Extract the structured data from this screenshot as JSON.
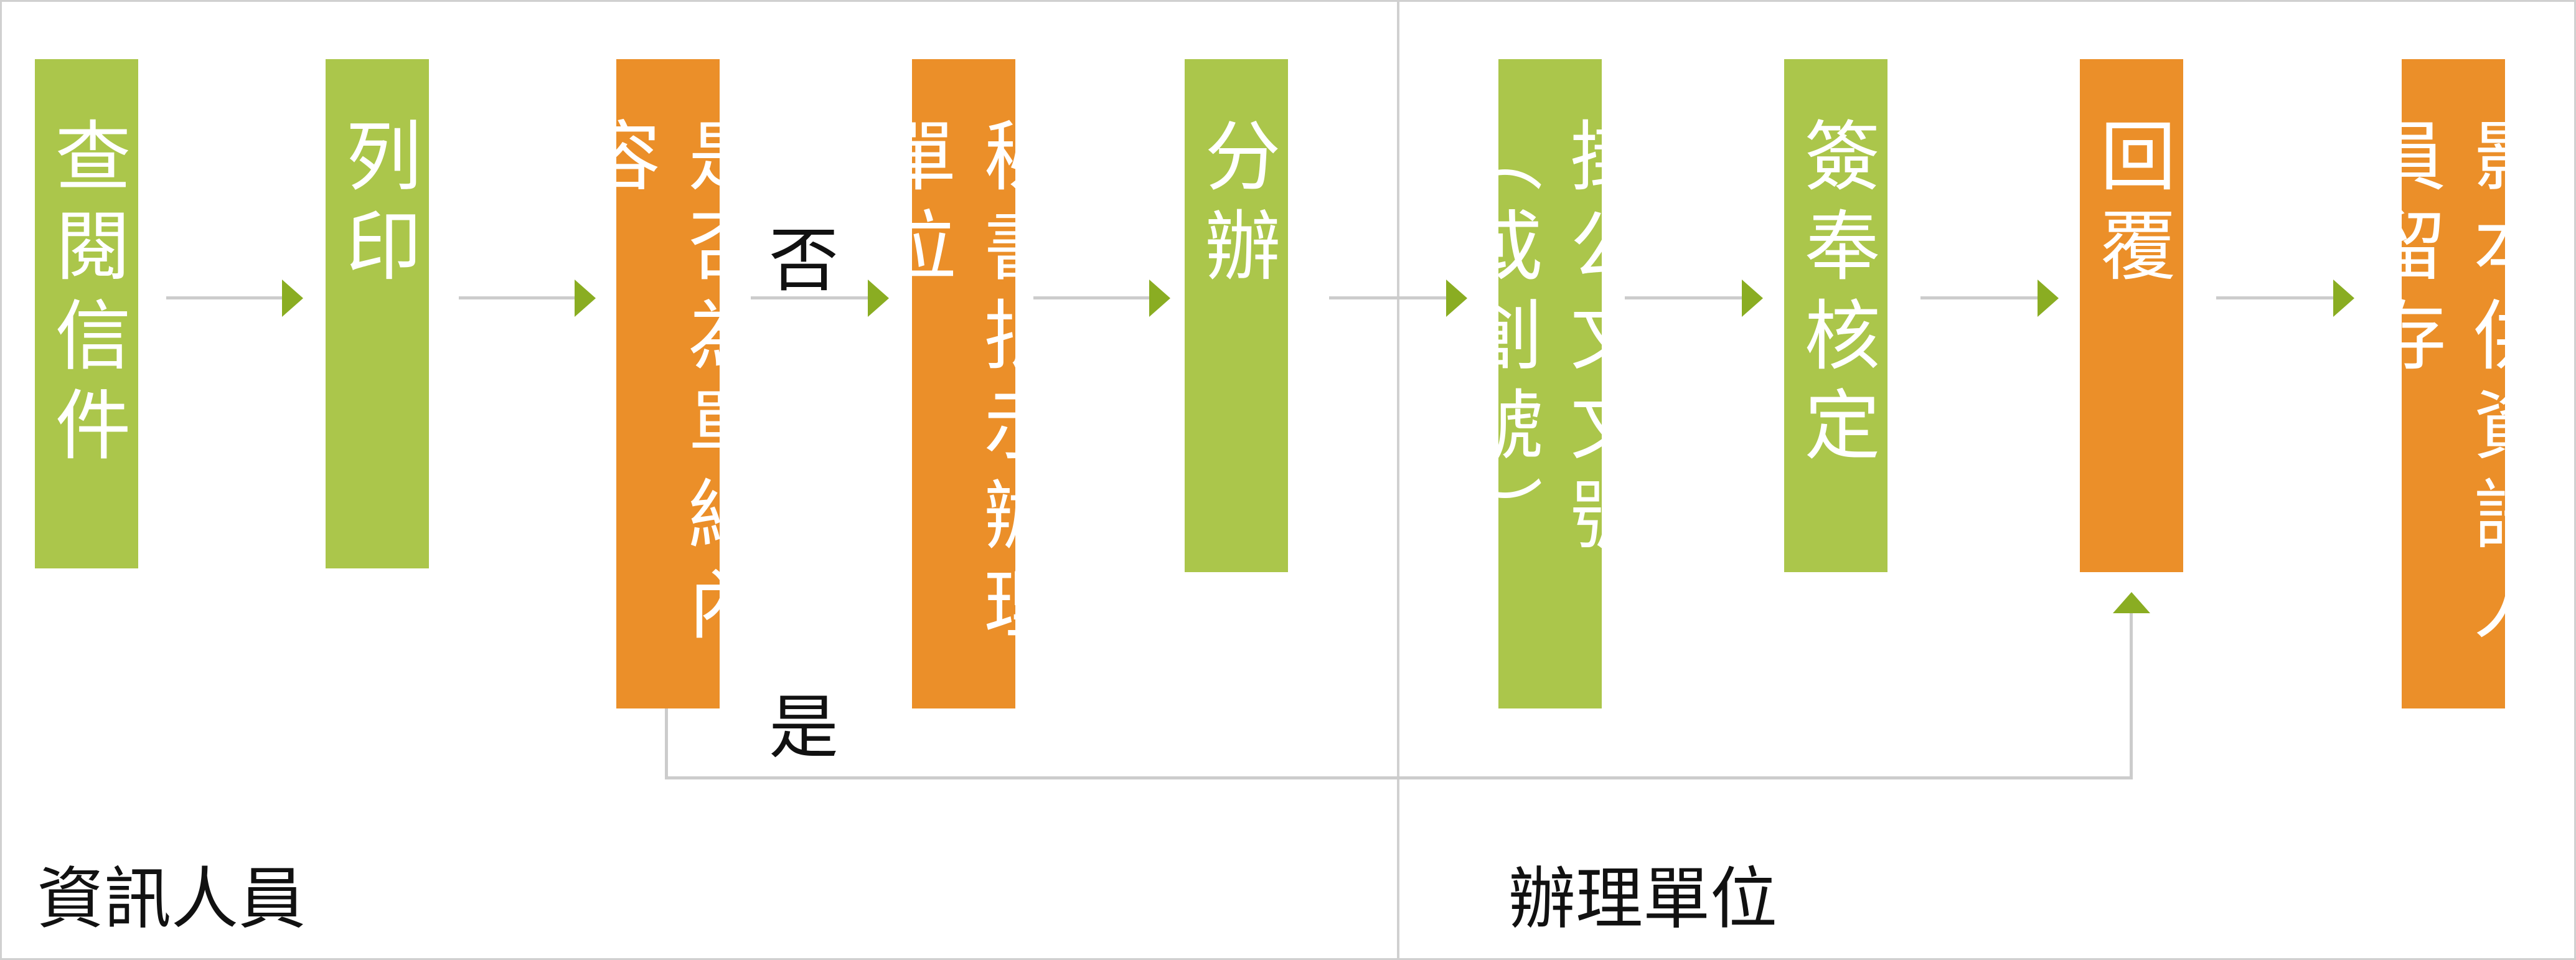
{
  "lanes": [
    "資訊人員",
    "辦理單位"
  ],
  "steps": [
    {
      "text": "查閱信件",
      "color": "#abc64b"
    },
    {
      "text": "列印",
      "color": "#abc64b"
    },
    {
      "text": "是否為單純內容",
      "color": "#eb8f29"
    },
    {
      "text": "秘書批示辦理單位",
      "color": "#eb8f29"
    },
    {
      "text": "分辦",
      "color": "#abc64b"
    },
    {
      "text": "掛公文文號（或創號）",
      "color": "#abc64b"
    },
    {
      "text": "簽奉核定",
      "color": "#abc64b"
    },
    {
      "text": "回覆",
      "color": "#eb8f29"
    },
    {
      "text": "影本供資訊人員留存",
      "color": "#eb8f29"
    }
  ],
  "branch_labels": {
    "no": "否",
    "yes": "是"
  },
  "colors": {
    "green": "#abc64b",
    "orange": "#eb8f29",
    "arrow": "#8aad22",
    "connector": "#cccccc"
  }
}
